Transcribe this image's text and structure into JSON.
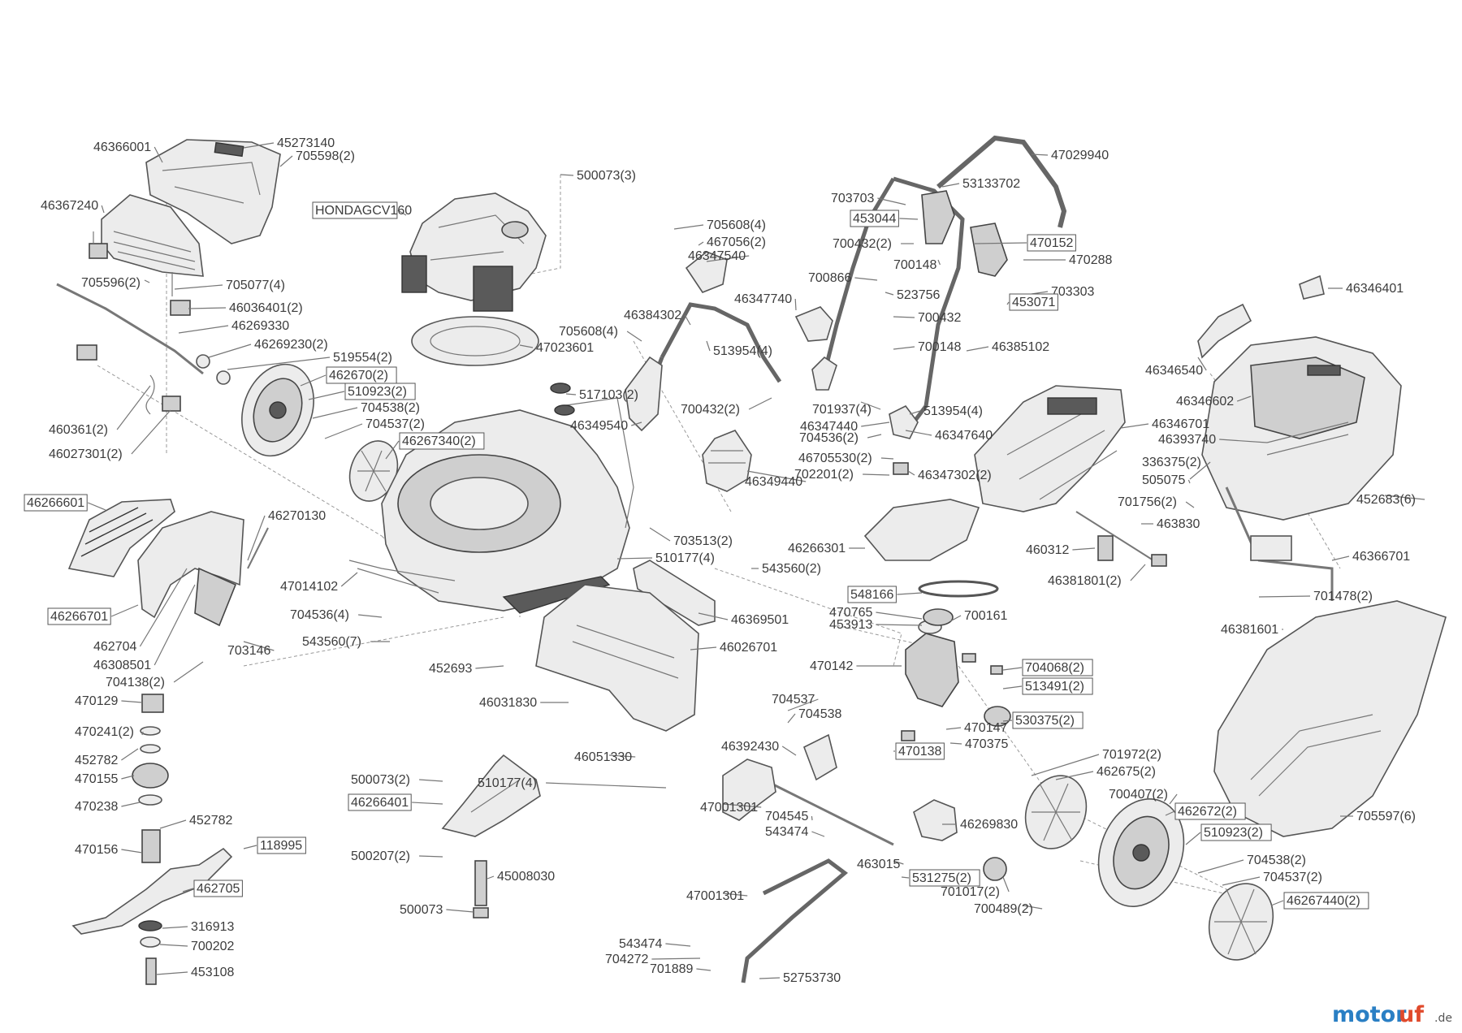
{
  "watermark": {
    "part1": "motor",
    "part2": "uf",
    "part3": ".de",
    "colors": {
      "motor": "#2a7fc4",
      "uf": "#e04a2c"
    }
  },
  "labels": [
    "46366001",
    "45273140",
    "705598(2)",
    "46367240",
    "705596(2)",
    "705077(4)",
    "46036401(2)",
    "46269330",
    "46269230(2)",
    "519554(2)",
    "462670(2)",
    "510923(2)",
    "704538(2)",
    "704537(2)",
    "46267340(2)",
    "460361(2)",
    "46027301(2)",
    "HONDAGCV160",
    "500073(3)",
    "47023601",
    "517103(2)",
    "46349540",
    "703513(2)",
    "510177(4)",
    "543560(2)",
    "46369501",
    "47014102",
    "704536(4)",
    "543560(7)",
    "46026701",
    "452693",
    "46031830",
    "46051330",
    "510177(4)",
    "47001301",
    "705608(4)",
    "467056(2)",
    "46347540",
    "46384302",
    "705608(4)",
    "513954(4)",
    "46347740",
    "700432(2)",
    "46349440",
    "704536(2)",
    "46266601",
    "46270130",
    "46266701",
    "462704",
    "46308501",
    "703146",
    "704138(2)",
    "470129",
    "470241(2)",
    "452782",
    "470155",
    "470238",
    "452782",
    "470156",
    "118995",
    "462705",
    "316913",
    "700202",
    "453108",
    "500073(2)",
    "46266401",
    "500207(2)",
    "45008030",
    "500073",
    "47029940",
    "53133702",
    "703703",
    "453044",
    "700432(2)",
    "470152",
    "700148",
    "470288",
    "700866",
    "703303",
    "523756",
    "453071",
    "700432",
    "700148",
    "46385102",
    "701937(4)",
    "46347440",
    "513954(4)",
    "46347640",
    "46705530(2)",
    "702201(2)",
    "46347302(2)",
    "46266301",
    "548166",
    "470765",
    "453913",
    "700161",
    "470142",
    "704068(2)",
    "513491(2)",
    "530375(2)",
    "470147",
    "470138",
    "470375",
    "704537",
    "704538",
    "46392430",
    "704545",
    "543474",
    "46269830",
    "463015",
    "531275(2)",
    "701017(2)",
    "700489(2)",
    "47001301",
    "543474",
    "704272",
    "701889",
    "52753730",
    "46346701",
    "336375(2)",
    "505075",
    "701756(2)",
    "463830",
    "460312",
    "46381801(2)",
    "46346401",
    "46346540",
    "46346602",
    "46393740",
    "452683(6)",
    "46366701",
    "701478(2)",
    "46381601",
    "705597(6)",
    "701972(2)",
    "462675(2)",
    "700407(2)",
    "462672(2)",
    "510923(2)",
    "704538(2)",
    "704537(2)",
    "46267440(2)"
  ]
}
